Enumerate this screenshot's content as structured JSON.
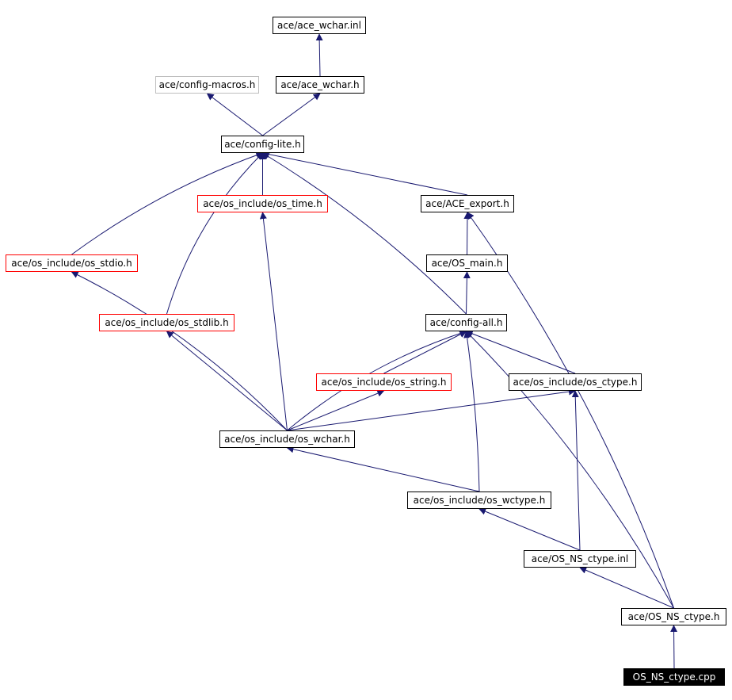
{
  "graph": {
    "nodes": {
      "ace_wchar_inl": "ace/ace_wchar.inl",
      "config_macros": "ace/config-macros.h",
      "ace_wchar_h": "ace/ace_wchar.h",
      "config_lite": "ace/config-lite.h",
      "os_time": "ace/os_include/os_time.h",
      "ace_export": "ace/ACE_export.h",
      "os_stdio": "ace/os_include/os_stdio.h",
      "os_main": "ace/OS_main.h",
      "os_stdlib": "ace/os_include/os_stdlib.h",
      "config_all": "ace/config-all.h",
      "os_string": "ace/os_include/os_string.h",
      "os_ctype": "ace/os_include/os_ctype.h",
      "os_wchar": "ace/os_include/os_wchar.h",
      "os_wctype": "ace/os_include/os_wctype.h",
      "os_ns_ctype_inl": "ace/OS_NS_ctype.inl",
      "os_ns_ctype_h": "ace/OS_NS_ctype.h",
      "os_ns_ctype_cpp": "OS_NS_ctype.cpp"
    },
    "edges": [
      [
        "ace_wchar_h",
        "ace_wchar_inl"
      ],
      [
        "config_lite",
        "config_macros"
      ],
      [
        "config_lite",
        "ace_wchar_h"
      ],
      [
        "os_time",
        "config_lite"
      ],
      [
        "ace_export",
        "config_lite"
      ],
      [
        "os_stdio",
        "config_lite"
      ],
      [
        "os_stdlib",
        "config_lite"
      ],
      [
        "config_all",
        "config_lite"
      ],
      [
        "os_main",
        "ace_export"
      ],
      [
        "config_all",
        "os_main"
      ],
      [
        "os_string",
        "config_all"
      ],
      [
        "os_ctype",
        "config_all"
      ],
      [
        "os_wchar",
        "config_all"
      ],
      [
        "os_wctype",
        "config_all"
      ],
      [
        "os_ns_ctype_h",
        "config_all"
      ],
      [
        "os_ns_ctype_h",
        "ace_export"
      ],
      [
        "os_wchar",
        "os_stdio"
      ],
      [
        "os_wchar",
        "os_stdlib"
      ],
      [
        "os_wchar",
        "os_time"
      ],
      [
        "os_wchar",
        "os_string"
      ],
      [
        "os_wchar",
        "os_ctype"
      ],
      [
        "os_wctype",
        "os_wchar"
      ],
      [
        "os_ns_ctype_inl",
        "os_wctype"
      ],
      [
        "os_ns_ctype_inl",
        "os_ctype"
      ],
      [
        "os_ns_ctype_h",
        "os_ns_ctype_inl"
      ],
      [
        "os_ns_ctype_cpp",
        "os_ns_ctype_h"
      ]
    ],
    "colors": {
      "edge": "#191970",
      "node_border": "#000000",
      "node_border_undocumented": "#ff0000",
      "node_border_external": "#bfbfbf",
      "root_fill": "#000000",
      "root_text": "#ffffff"
    }
  }
}
